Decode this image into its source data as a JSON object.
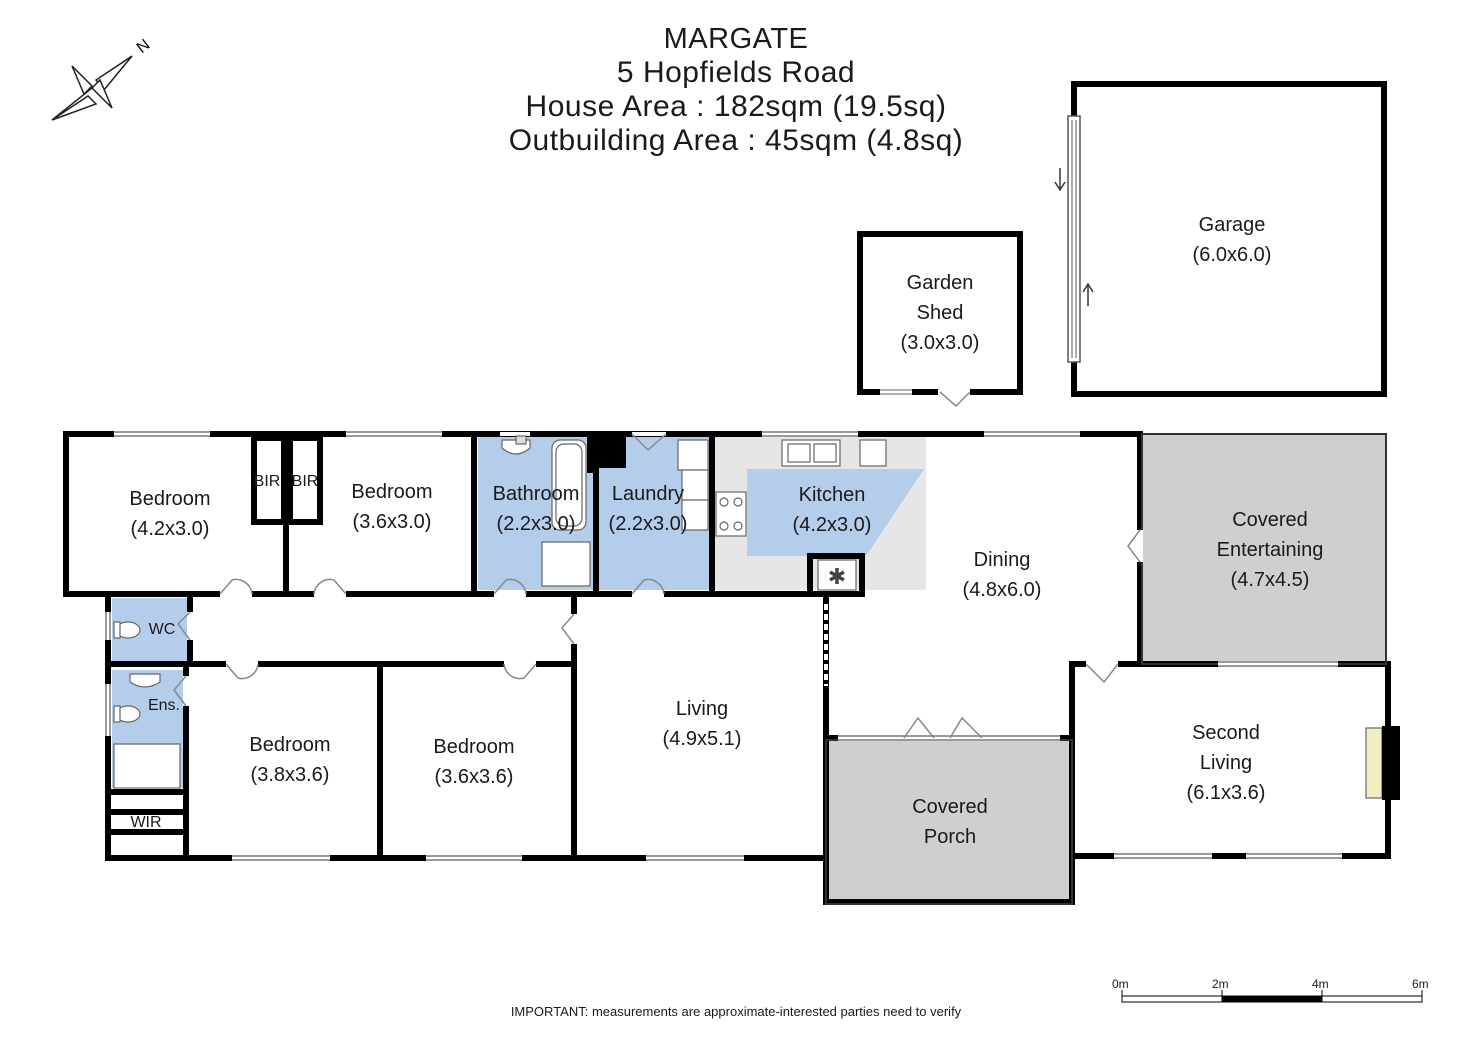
{
  "header": {
    "suburb": "MARGATE",
    "address": "5 Hopfields Road",
    "house_area": "House Area : 182sqm (19.5sq)",
    "outbuilding_area": "Outbuilding Area : 45sqm (4.8sq)"
  },
  "compass": {
    "label": "N"
  },
  "rooms": {
    "bedroom1": {
      "name": "Bedroom",
      "dims": "(4.2x3.0)"
    },
    "bir1": {
      "name": "BIR"
    },
    "bir2": {
      "name": "BIR"
    },
    "bedroom2": {
      "name": "Bedroom",
      "dims": "(3.6x3.0)"
    },
    "bathroom": {
      "name": "Bathroom",
      "dims": "(2.2x3.0)"
    },
    "laundry": {
      "name": "Laundry",
      "dims": "(2.2x3.0)"
    },
    "kitchen": {
      "name": "Kitchen",
      "dims": "(4.2x3.0)"
    },
    "dining": {
      "name": "Dining",
      "dims": "(4.8x6.0)"
    },
    "covered_entertaining": {
      "name1": "Covered",
      "name2": "Entertaining",
      "dims": "(4.7x4.5)"
    },
    "wc": {
      "name": "WC"
    },
    "ens": {
      "name": "Ens."
    },
    "wir": {
      "name": "WIR"
    },
    "bedroom3": {
      "name": "Bedroom",
      "dims": "(3.8x3.6)"
    },
    "bedroom4": {
      "name": "Bedroom",
      "dims": "(3.6x3.6)"
    },
    "living": {
      "name": "Living",
      "dims": "(4.9x5.1)"
    },
    "covered_porch": {
      "name1": "Covered",
      "name2": "Porch"
    },
    "second_living": {
      "name1": "Second",
      "name2": "Living",
      "dims": "(6.1x3.6)"
    },
    "garden_shed": {
      "name1": "Garden",
      "name2": "Shed",
      "dims": "(3.0x3.0)"
    },
    "garage": {
      "name": "Garage",
      "dims": "(6.0x6.0)"
    }
  },
  "scale": {
    "ticks": [
      "0m",
      "2m",
      "4m",
      "6m"
    ]
  },
  "note": "IMPORTANT: measurements are approximate-interested parties need to verify",
  "colors": {
    "wet_area": "#b4cdea",
    "outdoor": "#cfcfcf",
    "kitchen_floor": "#e6e6e6",
    "wall": "#000000"
  }
}
